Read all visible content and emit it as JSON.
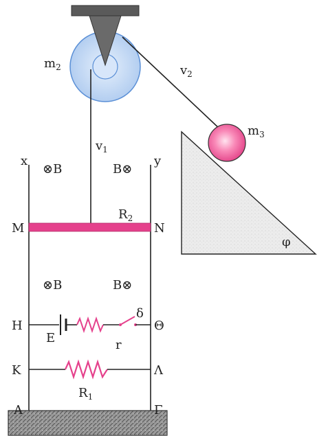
{
  "labels": {
    "pulley_mass": "m",
    "pulley_mass_sub": "2",
    "ball_mass": "m",
    "ball_mass_sub": "3",
    "speed_incline": "v",
    "speed_incline_sub": "2",
    "speed_vertical": "v",
    "speed_vertical_sub": "1",
    "rail_left_top": "x",
    "rail_right_top": "y",
    "field_upper_left": "⊗B",
    "field_upper_right": "B⊗",
    "field_lower_left": "⊗B",
    "field_lower_right": "B⊗",
    "bar_left_end": "M",
    "bar_right_end": "N",
    "bar_resistance": "R",
    "bar_resistance_sub": "2",
    "incline_angle": "φ",
    "branch_left": "H",
    "branch_right": "Θ",
    "emf": "E",
    "internal_resistance": "r",
    "switch": "δ",
    "resistor_left": "K",
    "resistor_right": "Λ",
    "resistor": "R",
    "resistor_sub": "1",
    "rail_left_bottom": "A",
    "rail_right_bottom": "Γ"
  },
  "colors": {
    "bar": "#e5418c",
    "resistor": "#e5418c",
    "pulley": "#b9d3f2",
    "pulley_stroke": "#5a8fd6",
    "ball_center": "#ffd0e3",
    "ball_edge": "#e23f86",
    "incline": "#e8e8e8",
    "line": "#222222",
    "mount": "#555555"
  }
}
